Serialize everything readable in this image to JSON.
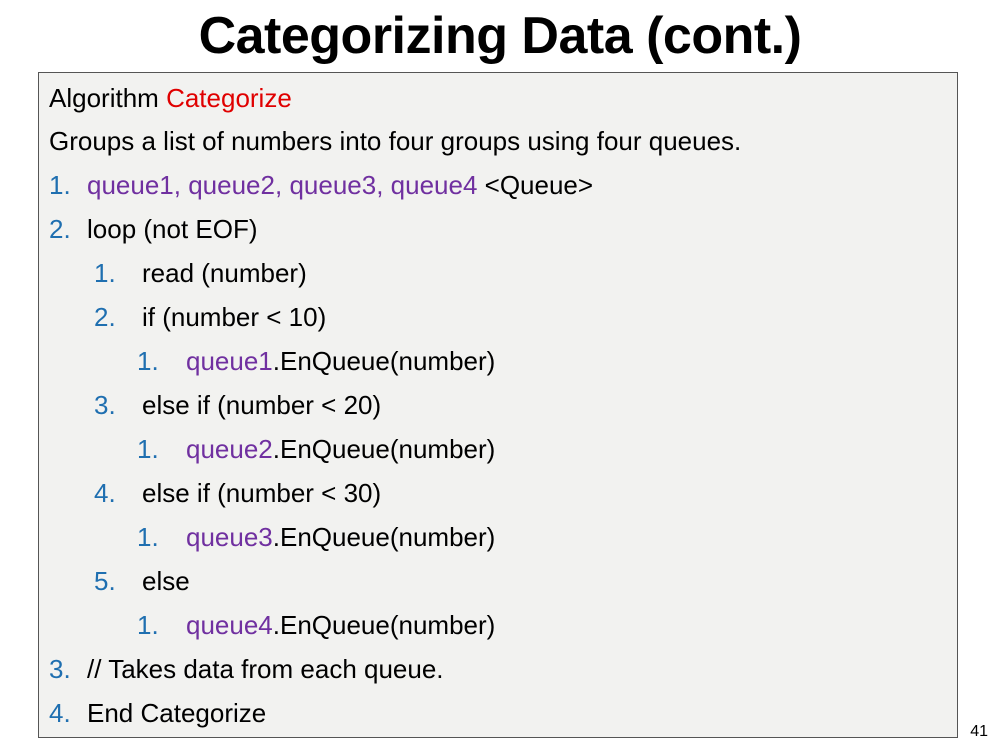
{
  "title": "Categorizing Data (cont.)",
  "algorithm": {
    "prefix": "Algorithm",
    "name": "Categorize",
    "description": "Groups a list of numbers into four groups using four queues."
  },
  "steps": [
    {
      "num": "1.",
      "parts": [
        {
          "text": "queue1",
          "style": "var"
        },
        {
          "text": ", ",
          "style": "var"
        },
        {
          "text": "queue2",
          "style": "var"
        },
        {
          "text": ", ",
          "style": "var"
        },
        {
          "text": "queue3",
          "style": "var"
        },
        {
          "text": ", ",
          "style": "var"
        },
        {
          "text": "queue4",
          "style": "var"
        },
        {
          "text": " <Queue>",
          "style": "plain"
        }
      ]
    },
    {
      "num": "2.",
      "parts": [
        {
          "text": "loop (not EOF)",
          "style": "plain"
        }
      ]
    },
    {
      "num": "1.",
      "parts": [
        {
          "text": "read (number)",
          "style": "plain"
        }
      ]
    },
    {
      "num": "2.",
      "parts": [
        {
          "text": "if (number < 10)",
          "style": "plain"
        }
      ]
    },
    {
      "num": "1.",
      "parts": [
        {
          "text": "queue1",
          "style": "var"
        },
        {
          "text": ".EnQueue(number)",
          "style": "plain"
        }
      ]
    },
    {
      "num": "3.",
      "parts": [
        {
          "text": "else if (number < 20)",
          "style": "plain"
        }
      ]
    },
    {
      "num": "1.",
      "parts": [
        {
          "text": "queue2",
          "style": "var"
        },
        {
          "text": ".EnQueue(number)",
          "style": "plain"
        }
      ]
    },
    {
      "num": "4.",
      "parts": [
        {
          "text": "else if (number < 30)",
          "style": "plain"
        }
      ]
    },
    {
      "num": "1.",
      "parts": [
        {
          "text": "queue3",
          "style": "var"
        },
        {
          "text": ".EnQueue(number)",
          "style": "plain"
        }
      ]
    },
    {
      "num": "5.",
      "parts": [
        {
          "text": "else",
          "style": "plain"
        }
      ]
    },
    {
      "num": "1.",
      "parts": [
        {
          "text": "queue4",
          "style": "var"
        },
        {
          "text": ".EnQueue(number)",
          "style": "plain"
        }
      ]
    },
    {
      "num": "3.",
      "parts": [
        {
          "text": "// Takes data from each queue.",
          "style": "plain"
        }
      ]
    },
    {
      "num": "4.",
      "parts": [
        {
          "text": "End Categorize",
          "style": "plain"
        }
      ]
    }
  ],
  "page_number": "41"
}
